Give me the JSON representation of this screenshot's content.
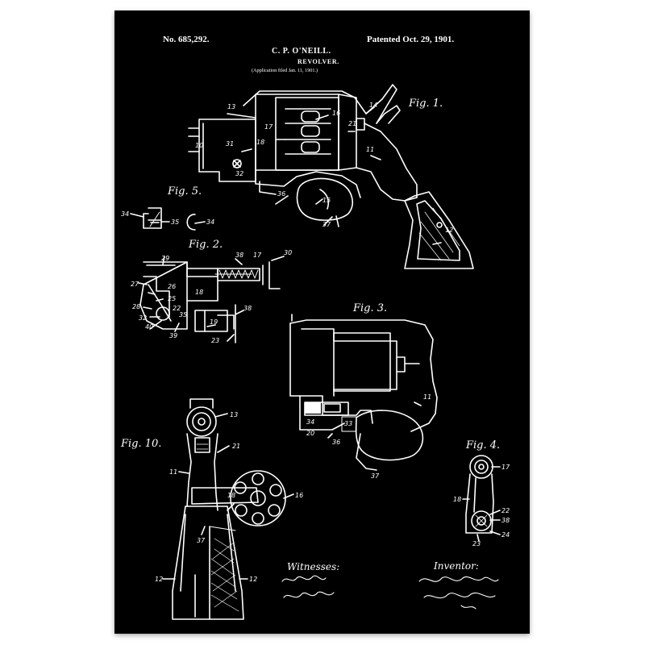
{
  "header": {
    "patent_number": "No. 685,292.",
    "patent_date": "Patented Oct. 29, 1901.",
    "inventor_name": "C. P. O'NEILL.",
    "title": "REVOLVER.",
    "application": "(Application filed Jan. 11, 1901.)"
  },
  "figures": {
    "fig1": "Fig. 1.",
    "fig2": "Fig. 2.",
    "fig3": "Fig. 3.",
    "fig4": "Fig. 4.",
    "fig5": "Fig. 5.",
    "fig10": "Fig. 10."
  },
  "reference_numerals": {
    "fig1": [
      "13",
      "14",
      "16",
      "17",
      "21",
      "18",
      "31",
      "32",
      "10",
      "11",
      "12",
      "15",
      "36",
      "37"
    ],
    "fig2": [
      "29",
      "38",
      "17",
      "30",
      "27",
      "26",
      "25",
      "22",
      "28",
      "18",
      "35",
      "32",
      "40",
      "19",
      "23",
      "39",
      "38"
    ],
    "fig3": [
      "11",
      "34",
      "20",
      "33",
      "36",
      "37"
    ],
    "fig4": [
      "17",
      "18",
      "22",
      "38",
      "23",
      "24"
    ],
    "fig5": [
      "34",
      "35",
      "34"
    ],
    "fig10": [
      "13",
      "21",
      "11",
      "18",
      "16",
      "37",
      "12",
      "12"
    ]
  },
  "signatures": {
    "witnesses_label": "Witnesses:",
    "inventor_label": "Inventor:"
  },
  "colors": {
    "poster_background": "#000000",
    "line_art": "#ffffff",
    "page_background": "#ffffff"
  }
}
